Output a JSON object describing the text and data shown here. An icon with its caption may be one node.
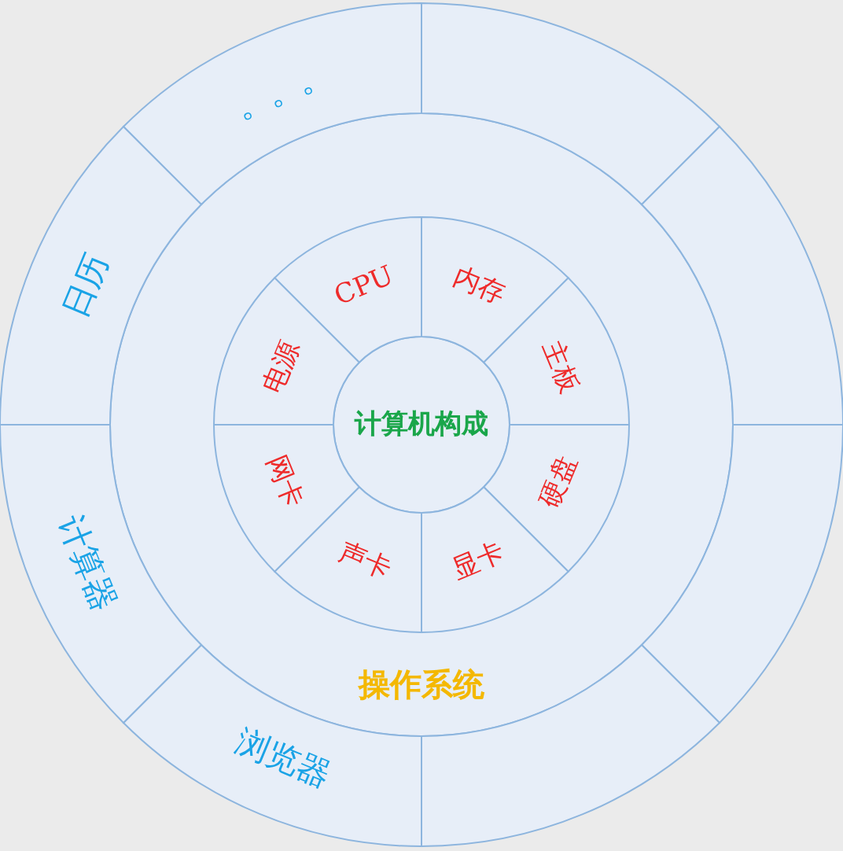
{
  "diagram": {
    "nodes": [
      {
        "text": [
          "计算机构成"
        ],
        "in": 9
      },
      {
        "text": [
          "CPU"
        ],
        "in": 9
      },
      {
        "text": [
          "内存"
        ],
        "in": 9
      },
      {
        "text": [
          "主板"
        ],
        "in": 9
      },
      {
        "text": [
          "硬盘"
        ],
        "in": 9
      },
      {
        "text": [
          "显卡"
        ],
        "in": 9
      },
      {
        "text": [
          "声卡"
        ],
        "in": 9
      },
      {
        "text": [
          "网卡"
        ],
        "in": 9
      },
      {
        "text": [
          "电源"
        ],
        "in": 9
      },
      {
        "text": [
          "操作系统"
        ]
      },
      {
        "text": [
          "。。。"
        ]
      },
      {
        "text": [],
        "shape": "sector"
      },
      {
        "text": [],
        "shape": "sector"
      },
      {
        "text": [],
        "shape": "sector"
      },
      {
        "text": [],
        "shape": "sector"
      },
      {
        "text": [
          "浏览器"
        ]
      },
      {
        "text": [
          "计算器"
        ]
      },
      {
        "text": [
          "日历"
        ]
      }
    ]
  }
}
